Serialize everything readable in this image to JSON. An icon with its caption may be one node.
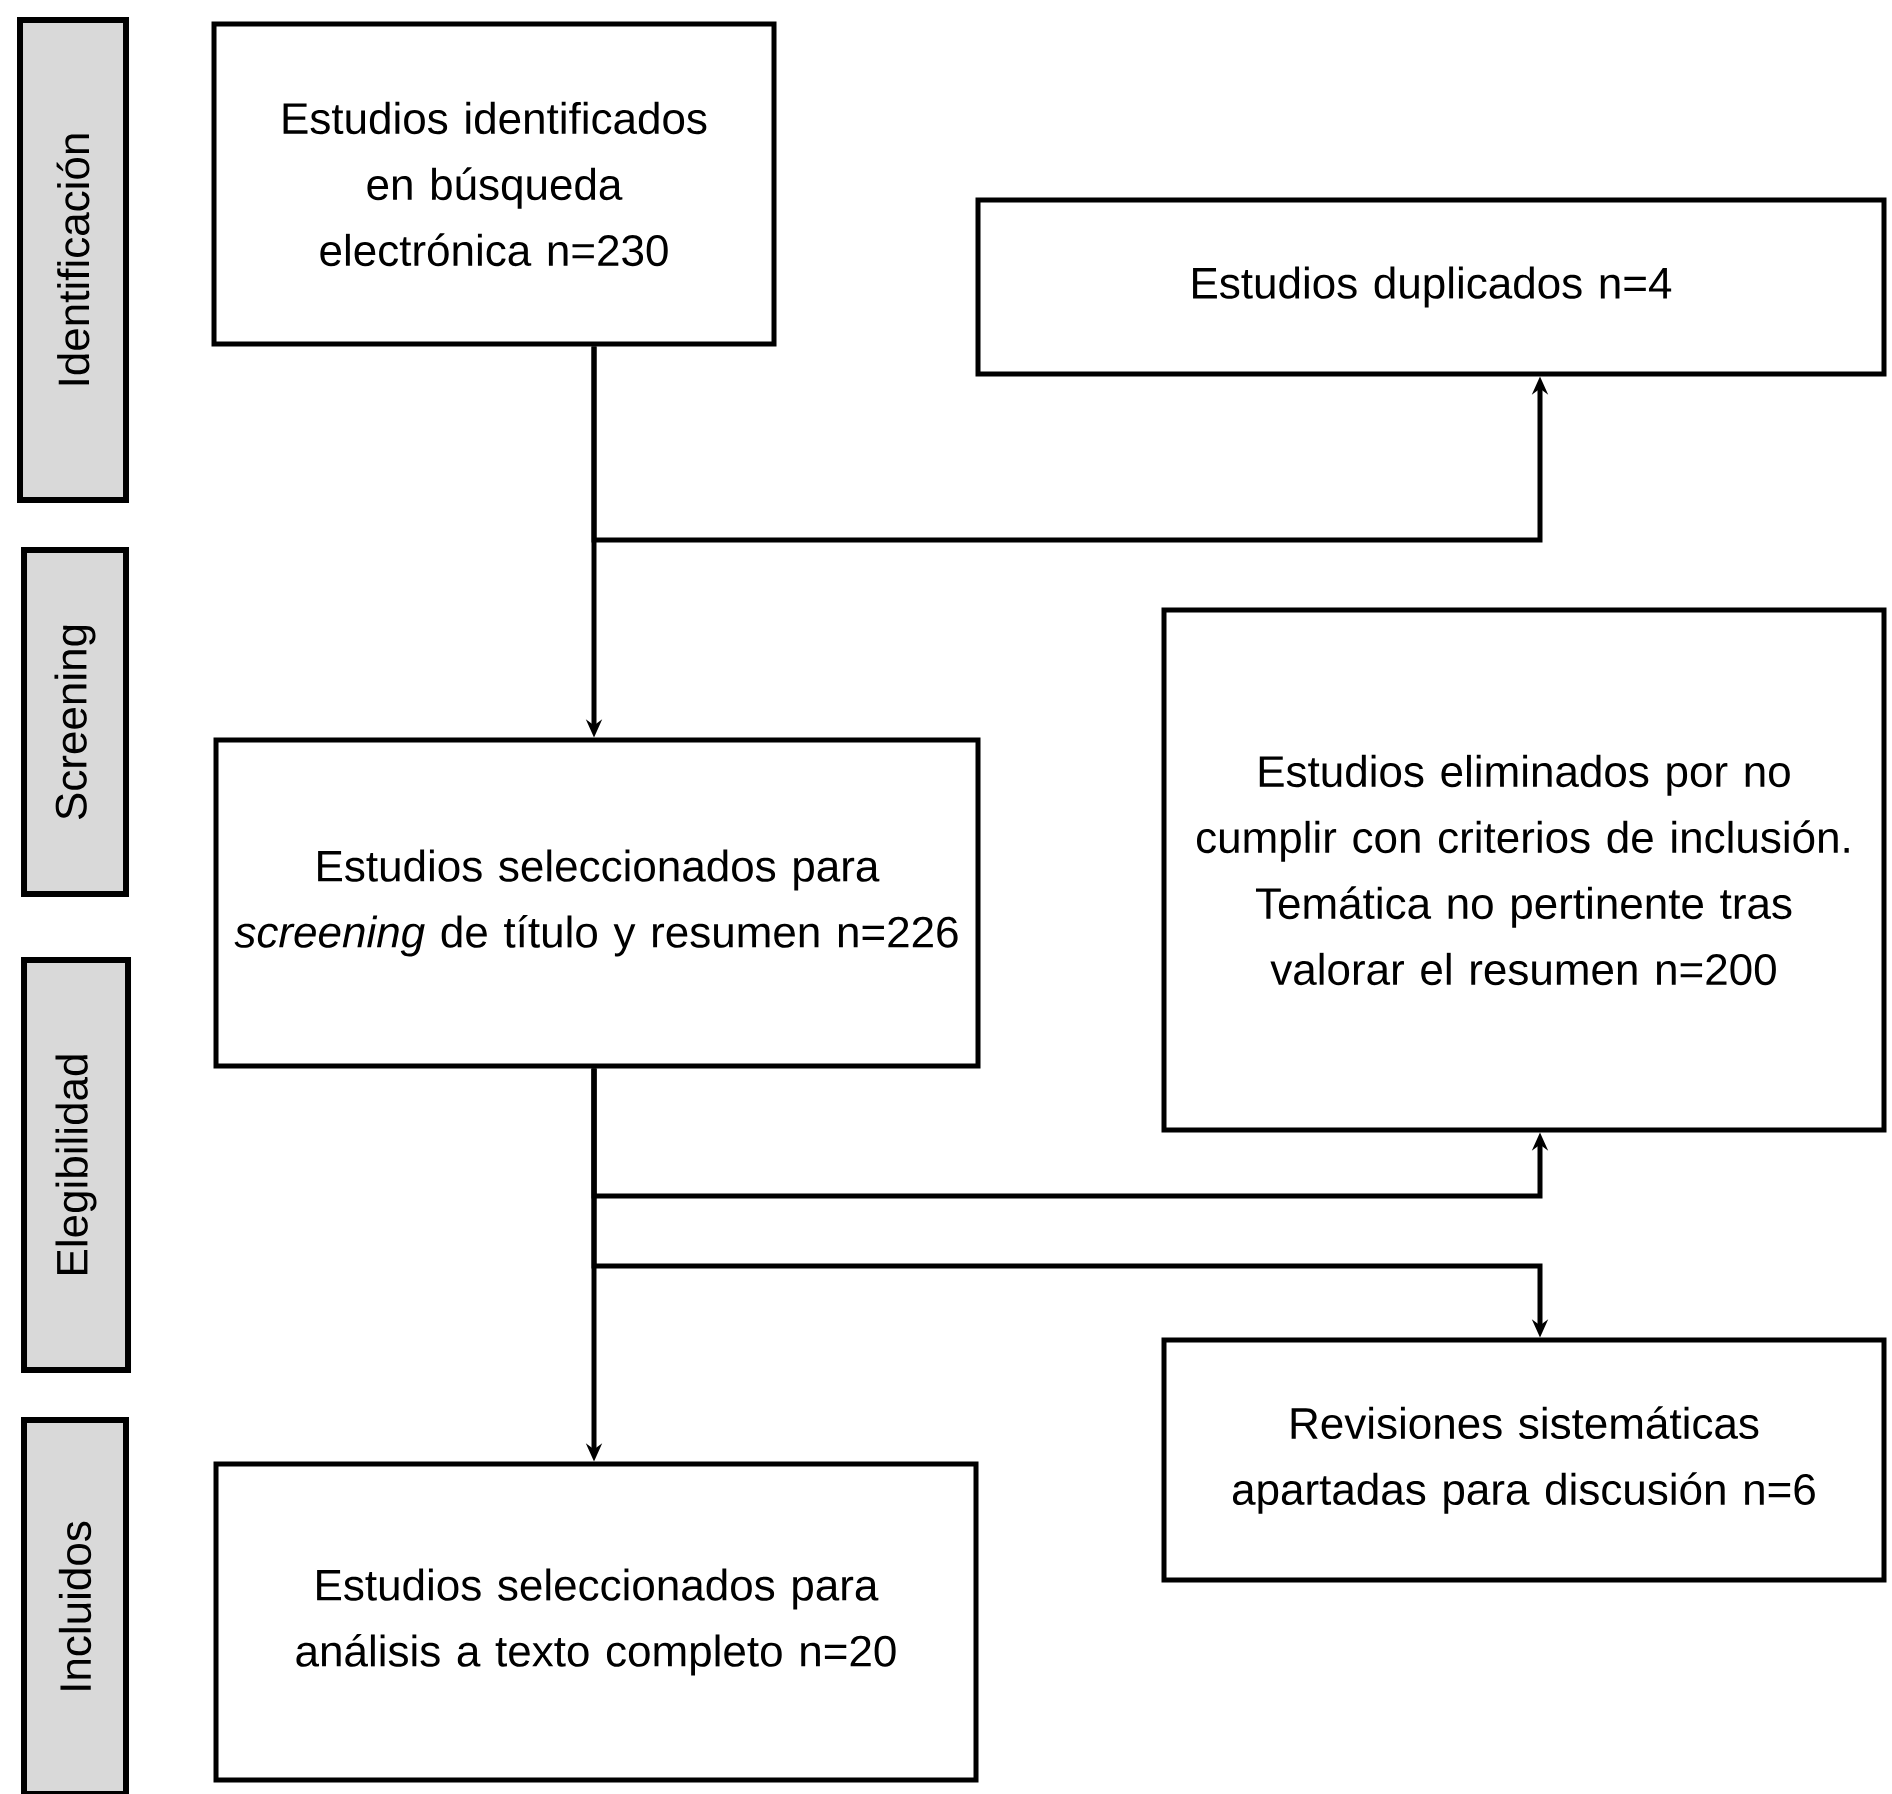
{
  "diagram": {
    "nodes": [
      {
        "text": [
          "Identificación"
        ]
      },
      {
        "text": [
          "Screening"
        ]
      },
      {
        "text": [
          "Elegibilidad"
        ]
      },
      {
        "text": [
          "Incluidos"
        ]
      },
      {
        "text": [
          "Estudios identificados en búsqueda electrónica n=230"
        ]
      },
      {
        "text": [
          "Estudios duplicados n=4"
        ]
      },
      {
        "text": [
          "Estudios seleccionados para *screening* de título y resumen n=226"
        ]
      },
      {
        "text": [
          "Estudios eliminados por no cumplir con criterios de inclusión. Temática no pertinente tras valorar el resumen n=200"
        ]
      },
      {
        "text": [
          "Revisiones sistemáticas apartadas para discusión n=6"
        ]
      },
      {
        "text": [
          "Estudios seleccionados para análisis a texto completo n=20"
        ]
      }
    ],
    "edges": [
      {
        "from": 4,
        "to": 6,
        "arrow": "to"
      },
      {
        "from": 4,
        "to": 5,
        "arrow": "to"
      },
      {
        "from": 6,
        "to": 7,
        "arrow": "to"
      },
      {
        "from": 6,
        "to": 8,
        "arrow": "to"
      },
      {
        "from": 6,
        "to": 9,
        "arrow": "to"
      }
    ]
  }
}
